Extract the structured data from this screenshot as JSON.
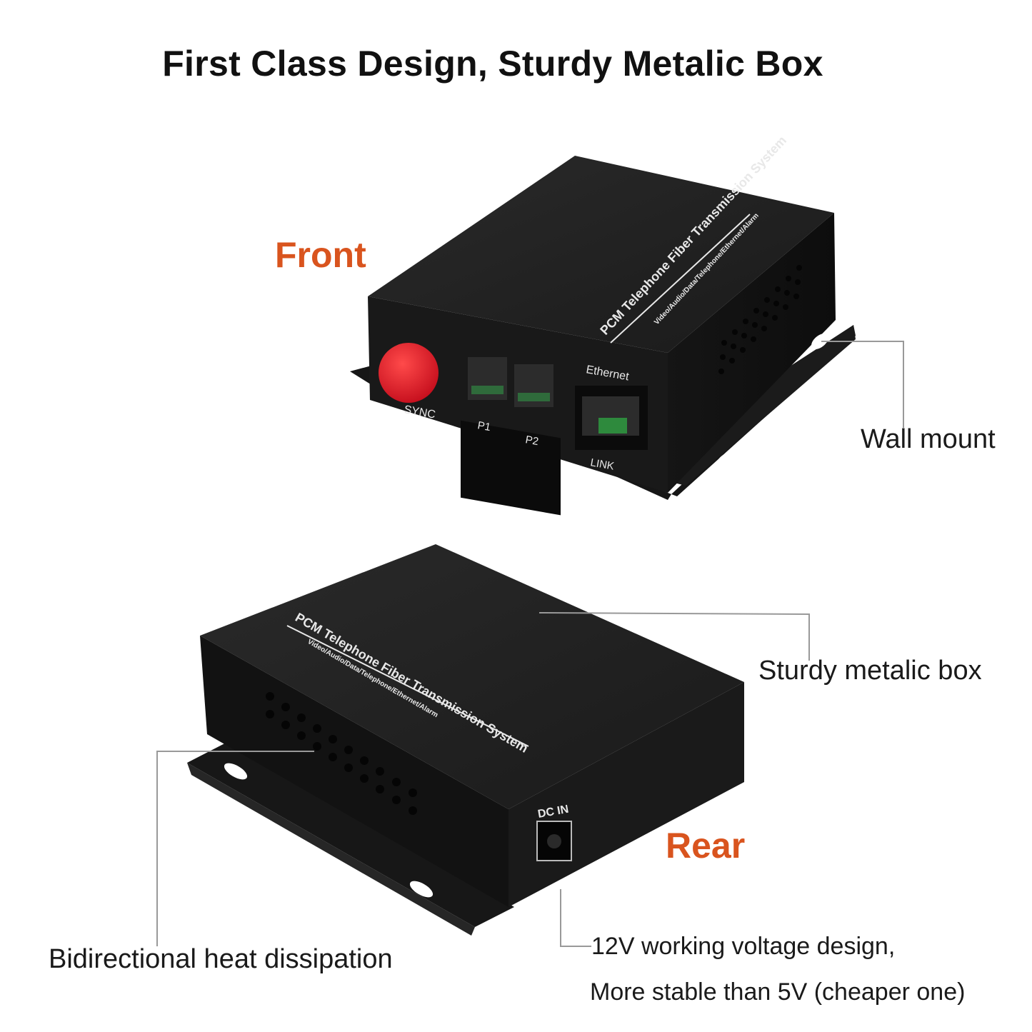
{
  "title": "First Class Design, Sturdy Metalic Box",
  "labels": {
    "front": "Front",
    "rear": "Rear"
  },
  "callouts": {
    "wall_mount": "Wall mount",
    "sturdy_box": "Sturdy metalic box",
    "heat": "Bidirectional heat dissipation",
    "voltage_line1": "12V working voltage design,",
    "voltage_line2": "More stable than 5V (cheaper one)"
  },
  "device": {
    "brand_line": "PCM Telephone Fiber Transmission System",
    "sub_line": "Video/Audio/Data/Telephone/Ethernet/Alarm",
    "ports": {
      "sync": "SYNC",
      "p1": "P1",
      "p2": "P2",
      "ethernet": "Ethernet",
      "link": "LINK",
      "dc_in": "DC IN"
    }
  },
  "colors": {
    "accent_orange": "#d9541e",
    "device_body": "#1c1c1c",
    "sync_cap": "#e0192a",
    "leader_line": "#999999"
  }
}
